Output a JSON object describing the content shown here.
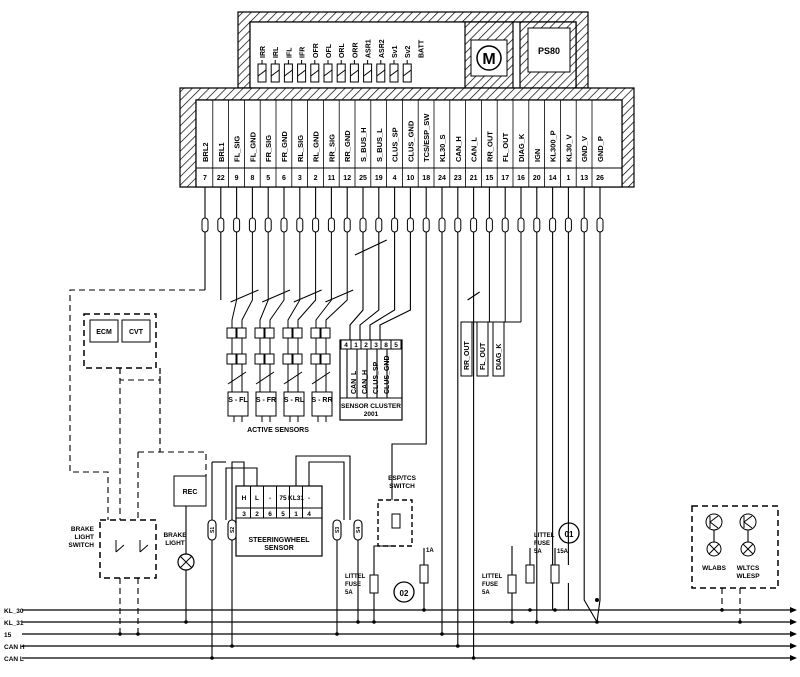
{
  "top_module": {
    "valve_labels": [
      "IRR",
      "IRL",
      "IFL",
      "IFR",
      "OFR",
      "OFL",
      "ORL",
      "ORR",
      "ASR1",
      "ASR2",
      "Sv1",
      "Sv2",
      "BATT"
    ],
    "motor_label": "M",
    "ps80_label": "PS80"
  },
  "connector": {
    "pins": [
      {
        "name": "BRL2",
        "num": "7"
      },
      {
        "name": "BRL1",
        "num": "22"
      },
      {
        "name": "FL_SIG",
        "num": "9"
      },
      {
        "name": "FL_GND",
        "num": "8"
      },
      {
        "name": "FR_SIG",
        "num": "5"
      },
      {
        "name": "FR_GND",
        "num": "6"
      },
      {
        "name": "RL_SIG",
        "num": "3"
      },
      {
        "name": "RL_GND",
        "num": "2"
      },
      {
        "name": "RR_SIG",
        "num": "11"
      },
      {
        "name": "RR_GND",
        "num": "12"
      },
      {
        "name": "S_BUS_H",
        "num": "25"
      },
      {
        "name": "S_BUS_L",
        "num": "19"
      },
      {
        "name": "CLUS_SP",
        "num": "4"
      },
      {
        "name": "CLUS_GND",
        "num": "10"
      },
      {
        "name": "TCS/ESP_SW",
        "num": "18"
      },
      {
        "name": "KL30_S",
        "num": "24"
      },
      {
        "name": "CAN_H",
        "num": "23"
      },
      {
        "name": "CAN_L",
        "num": "21"
      },
      {
        "name": "RR_OUT",
        "num": "15"
      },
      {
        "name": "FL_OUT",
        "num": "17"
      },
      {
        "name": "DIAG_K",
        "num": "16"
      },
      {
        "name": "IGN",
        "num": "20"
      },
      {
        "name": "KL300_P",
        "num": "14"
      },
      {
        "name": "KL30_V",
        "num": "1"
      },
      {
        "name": "GND_V",
        "num": "13"
      },
      {
        "name": "GND_P",
        "num": "26"
      }
    ]
  },
  "active_sensors": {
    "labels": [
      "S - FL",
      "S - FR",
      "S - RL",
      "S - RR"
    ],
    "caption": "ACTIVE SENSORS"
  },
  "sensor_cluster": {
    "numbers": [
      "4",
      "1",
      "2",
      "3",
      "8",
      "5"
    ],
    "labels": [
      "CAN_L",
      "CAN_H",
      "CLUS_SP",
      "CLUS_GND"
    ],
    "title": "SENSOR CLUSTER",
    "year": "2001"
  },
  "outputs": [
    "RR_OUT",
    "FL_OUT",
    "DIAG_K"
  ],
  "ecm_label": "ECM",
  "cvt_label": "CVT",
  "rec_label": "REC",
  "brake_switch_label": [
    "BRAKE",
    "LIGHT",
    "SWITCH"
  ],
  "brake_light_label": [
    "BRAKE",
    "LIGHT"
  ],
  "steering": {
    "pins_top": [
      "H",
      "L",
      "-",
      "75",
      "KL31",
      "-"
    ],
    "pins_bottom": [
      "3",
      "2",
      "6",
      "5",
      "1",
      "4"
    ],
    "label": [
      "STEERINGWHEEL",
      "SENSOR"
    ]
  },
  "esp_switch_label": [
    "ESP/TCS",
    "SWITCH"
  ],
  "fuses": {
    "littel_left": [
      "LITTEL",
      "FUSE",
      "5A"
    ],
    "littel_mid": [
      "LITTEL",
      "FUSE",
      "5A"
    ],
    "littel_right": [
      "LITTEL",
      "FUSE",
      "5A"
    ],
    "f1a": "1A",
    "f15a": "15A"
  },
  "circle_01": "01",
  "circle_02": "02",
  "connector_tags": [
    "S1",
    "S2",
    "S3",
    "S4"
  ],
  "warning": {
    "labels": [
      "WLABS",
      "WLTCS",
      "WLESP"
    ]
  },
  "buses": [
    "KL_30",
    "KL_31",
    "15",
    "CAN H",
    "CAN L"
  ]
}
